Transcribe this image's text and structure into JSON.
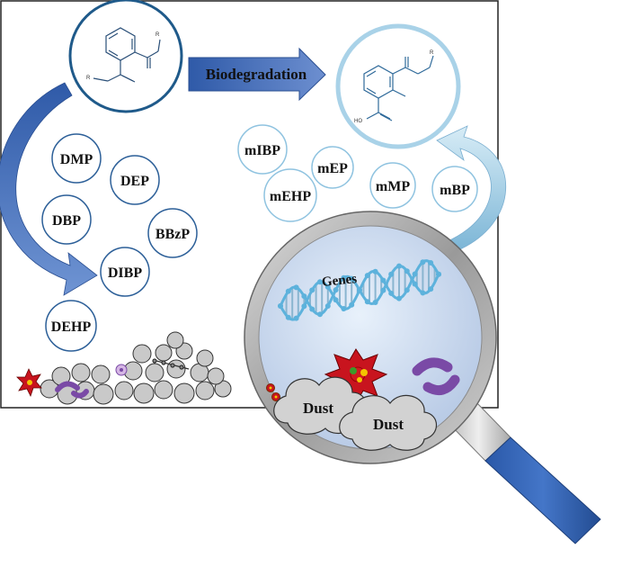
{
  "process": {
    "label": "Biodegradation"
  },
  "diesters": [
    {
      "id": "dmp",
      "label": "DMP"
    },
    {
      "id": "dep",
      "label": "DEP"
    },
    {
      "id": "dbp",
      "label": "DBP"
    },
    {
      "id": "bbzp",
      "label": "BBzP"
    },
    {
      "id": "dibp",
      "label": "DIBP"
    },
    {
      "id": "dehp",
      "label": "DEHP"
    }
  ],
  "monoesters": [
    {
      "id": "mibp",
      "label": "mIBP"
    },
    {
      "id": "mep",
      "label": "mEP"
    },
    {
      "id": "mehp",
      "label": "mEHP"
    },
    {
      "id": "mmp",
      "label": "mMP"
    },
    {
      "id": "mbp",
      "label": "mBP"
    }
  ],
  "molecule_left": {
    "r1": "R",
    "r2": "R"
  },
  "molecule_right": {
    "r1": "R",
    "r2": "HO"
  },
  "magnifier": {
    "genes_label": "Genes",
    "dust_label_1": "Dust",
    "dust_label_2": "Dust"
  },
  "colors": {
    "arrow_blue": "#3b66b0",
    "light_blue": "#a7cfe6",
    "molecule_stroke": "#1f5a8a",
    "dna_blue": "#5db2dc",
    "microbe_red": "#c8141e",
    "bacteria_purple": "#7a4aa6",
    "handle_blue": "#2f5eb0"
  }
}
